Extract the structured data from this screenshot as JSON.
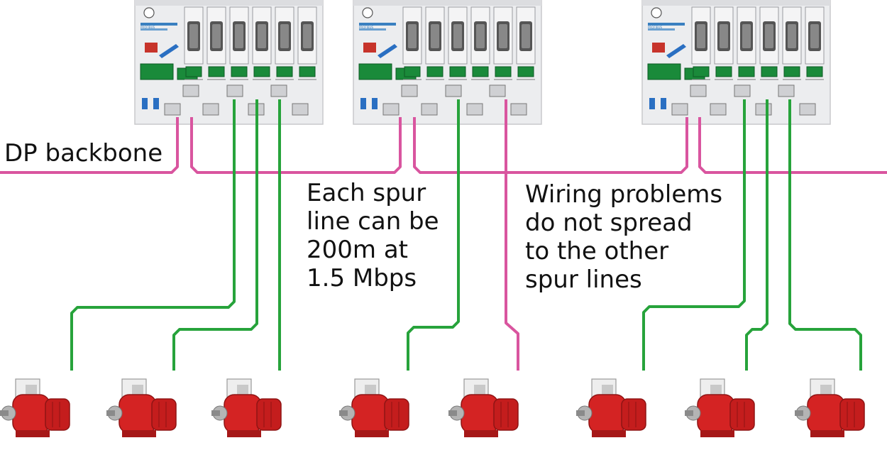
{
  "captions": {
    "backbone": "DP backbone",
    "spur": "Each spur\nline can be\n200m at\n1.5 Mbps",
    "wiring": "Wiring problems\ndo not spread\nto the other\nspur lines"
  },
  "colors": {
    "backbone_line": "#d9559f",
    "spur_line": "#27a33b",
    "motor": "#d42323",
    "hub_body": "#ecedef",
    "hub_terminal": "#1a8a3a",
    "hub_led": "#2a6fc2"
  },
  "hub_text": "PROFIBUS",
  "counts": {
    "hubs": 3,
    "motors": 8
  }
}
